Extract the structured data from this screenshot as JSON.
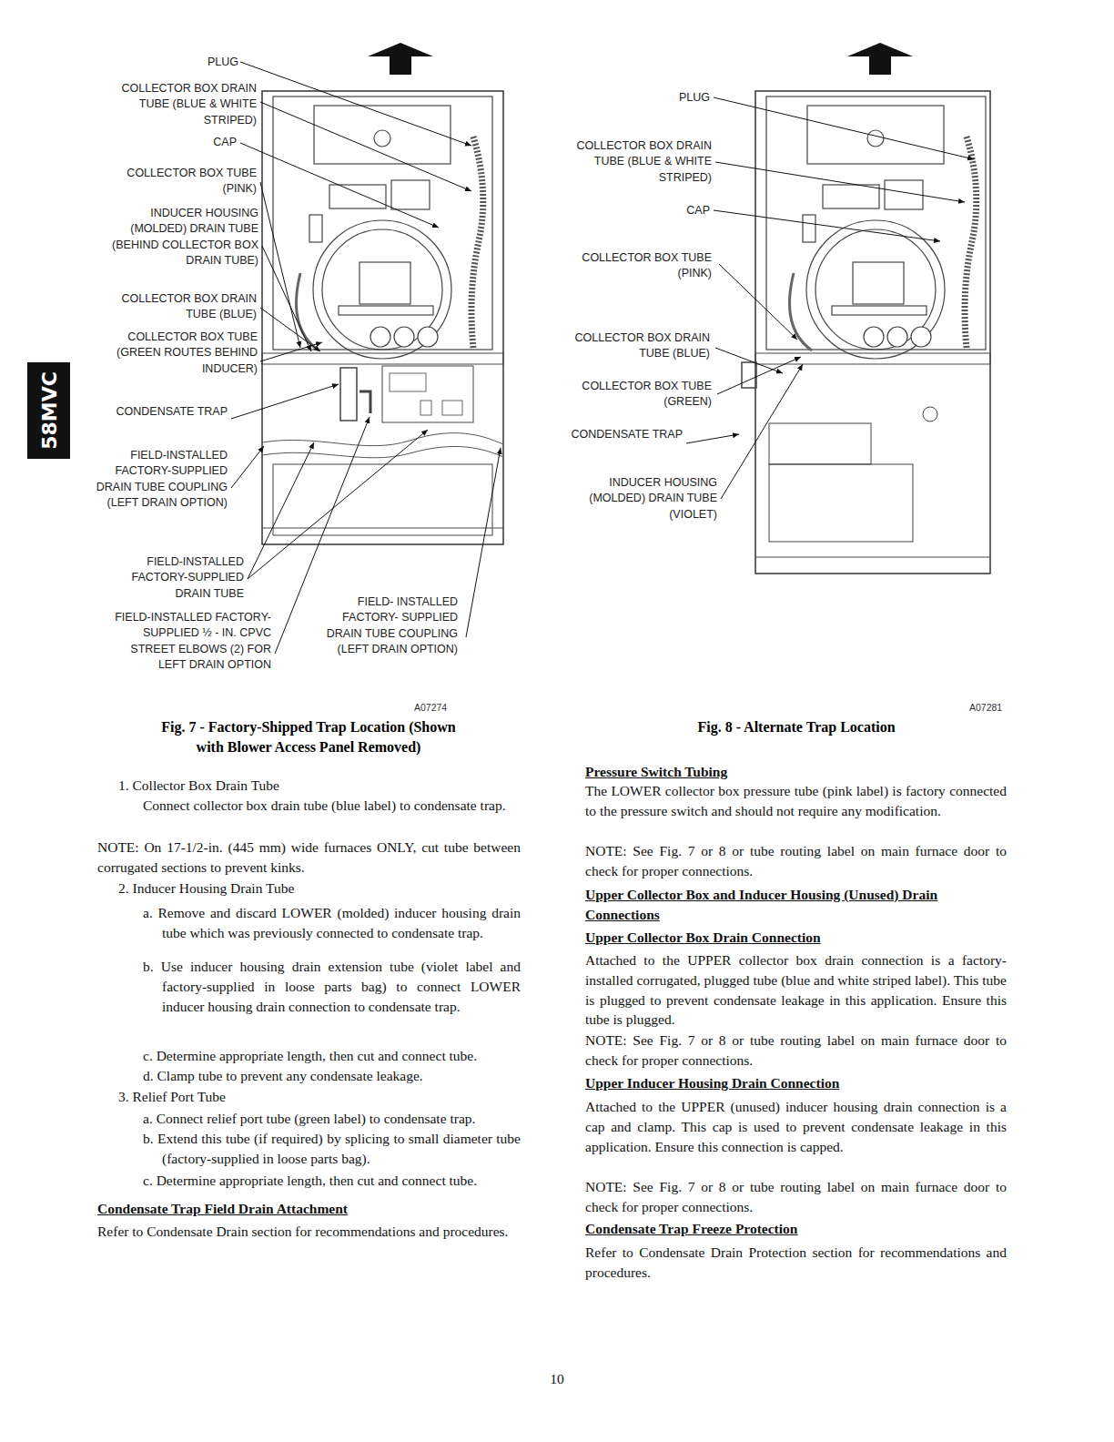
{
  "diagram": {
    "nodes": [
      {
        "text": [
          "58MVC"
        ]
      }
    ],
    "labels": [
      "PLUG",
      "COLLECTOR BOX DRAIN TUBE (BLUE & WHITE STRIPED)",
      "CAP",
      "COLLECTOR BOX TUBE (PINK)",
      "INDUCER HOUSING (MOLDED) DRAIN TUBE (BEHIND COLLECTOR BOX DRAIN TUBE)",
      "COLLECTOR BOX DRAIN TUBE (BLUE)",
      "COLLECTOR BOX TUBE (GREEN ROUTES BEHIND INDUCER)",
      "CONDENSATE TRAP",
      "FIELD-INSTALLED FACTORY-SUPPLIED DRAIN TUBE COUPLING (LEFT DRAIN OPTION)",
      "FIELD-INSTALLED FACTORY-SUPPLIED DRAIN TUBE",
      "FIELD-INSTALLED FACTORY-SUPPLIED ½ - IN. CPVC STREET ELBOWS (2) FOR LEFT DRAIN OPTION",
      "FIELD- INSTALLED FACTORY- SUPPLIED DRAIN TUBE COUPLING (LEFT DRAIN OPTION)",
      "A07274",
      "Fig. 7 - Factory-Shipped Trap Location (Shown with Blower Access Panel Removed)",
      "PLUG",
      "COLLECTOR BOX DRAIN TUBE (BLUE & WHITE STRIPED)",
      "CAP",
      "COLLECTOR BOX TUBE (PINK)",
      "COLLECTOR BOX DRAIN TUBE (BLUE)",
      "COLLECTOR BOX TUBE (GREEN)",
      "CONDENSATE TRAP",
      "INDUCER HOUSING (MOLDED) DRAIN TUBE (VIOLET)",
      "A07281",
      "Fig. 8 - Alternate Trap Location",
      "1. Collector Box Drain Tube",
      "Connect collector box drain tube (blue label) to condensate trap.",
      "NOTE: On 17-1/2-in. (445 mm) wide furnaces ONLY, cut tube between corrugated sections to prevent kinks.",
      "2. Inducer Housing Drain Tube",
      "a. Remove and discard LOWER (molded) inducer housing drain tube which was previously connected to condensate trap.",
      "b. Use inducer housing drain extension tube (violet label and factory-supplied in loose parts bag) to connect LOWER inducer housing drain connection to condensate trap.",
      "c. Determine appropriate length, then cut and connect tube.",
      "d. Clamp tube to prevent any condensate leakage.",
      "3. Relief Port Tube",
      "a. Connect relief port tube (green label) to condensate trap.",
      "b. Extend this tube (if required) by splicing to small diameter tube (factory-supplied in loose parts bag).",
      "c. Determine appropriate length, then cut and connect tube.",
      "Condensate Trap Field Drain Attachment",
      "Refer to Condensate Drain section for recommendations and procedures.",
      "Pressure Switch Tubing",
      "The LOWER collector box pressure tube (pink label) is factory connected to the pressure switch and should not require any modification.",
      "NOTE: See Fig. 7 or 8 or tube routing label on main furnace door to check for proper connections.",
      "Upper Collector Box and Inducer Housing (Unused) Drain Connections",
      "Upper Collector Box Drain Connection",
      "Attached to the UPPER collector box drain connection is a factory-installed corrugated, plugged tube (blue and white striped label). This tube is plugged to prevent condensate leakage in this application. Ensure this tube is plugged.",
      "NOTE: See Fig. 7 or 8 or tube routing label on main furnace door to check for proper connections.",
      "Upper Inducer Housing Drain Connection",
      "Attached to the UPPER (unused) inducer housing drain connection is a cap and clamp. This cap is used to prevent condensate leakage in this application. Ensure this connection is capped.",
      "NOTE: See Fig. 7 or 8 or tube routing label on main furnace door to check for proper connections.",
      "Condensate Trap Freeze Protection",
      "Refer to Condensate Drain Protection section for recommendations and procedures.",
      "10"
    ]
  }
}
